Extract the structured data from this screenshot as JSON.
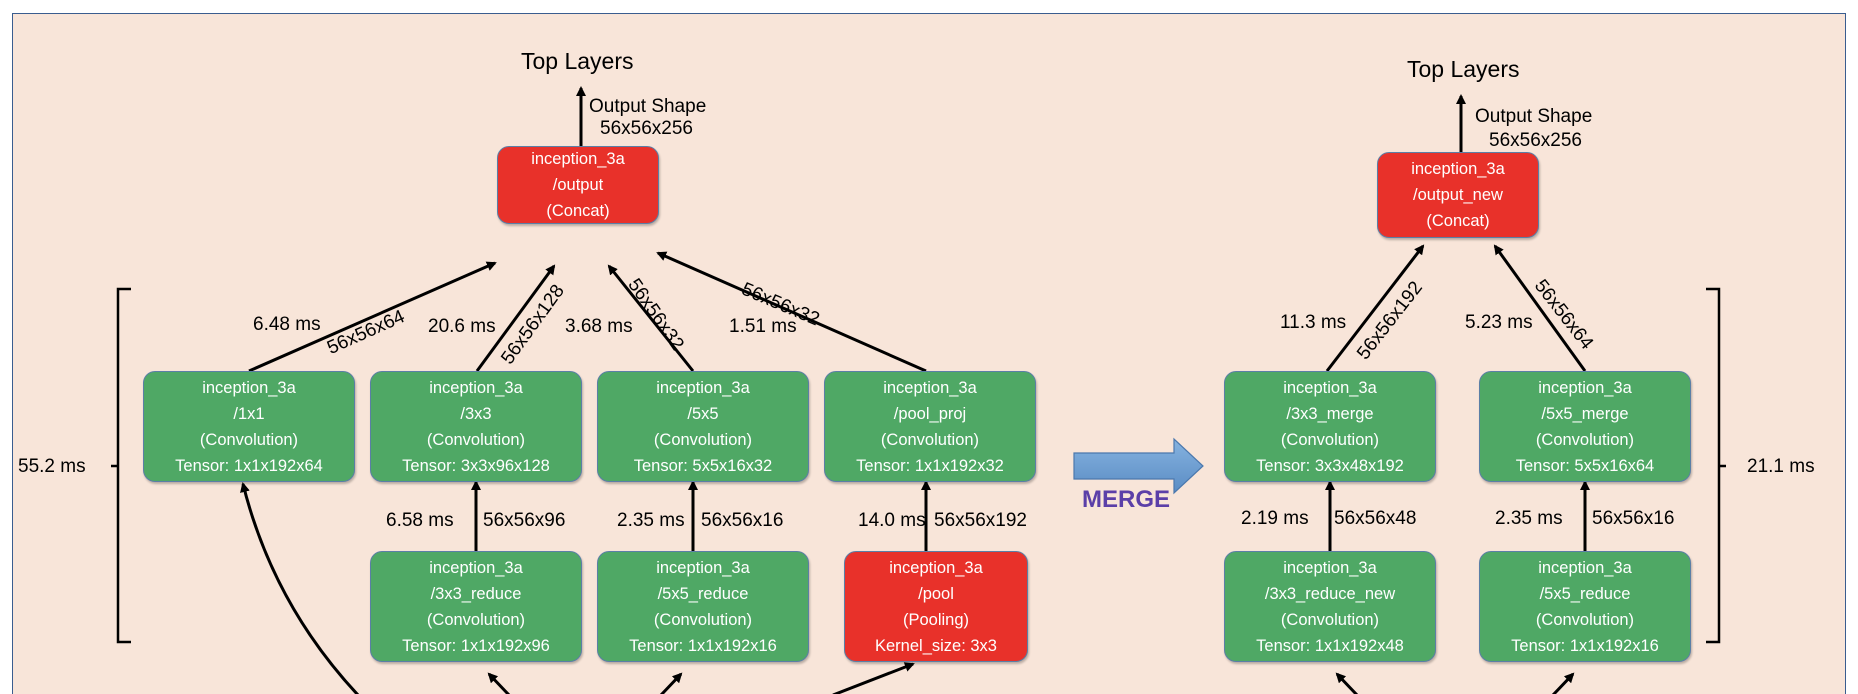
{
  "left": {
    "title": "Top Layers",
    "output_shape_label": "Output Shape",
    "output_shape_value": "56x56x256",
    "output_node": [
      "inception_3a",
      "/output",
      "(Concat)"
    ],
    "top_nodes": [
      [
        "inception_3a",
        "/1x1",
        "(Convolution)",
        "Tensor: 1x1x192x64"
      ],
      [
        "inception_3a",
        "/3x3",
        "(Convolution)",
        "Tensor: 3x3x96x128"
      ],
      [
        "inception_3a",
        "/5x5",
        "(Convolution)",
        "Tensor: 5x5x16x32"
      ],
      [
        "inception_3a",
        "/pool_proj",
        "(Convolution)",
        "Tensor: 1x1x192x32"
      ]
    ],
    "bottom_nodes": [
      [
        "inception_3a",
        "/3x3_reduce",
        "(Convolution)",
        "Tensor: 1x1x192x96"
      ],
      [
        "inception_3a",
        "/5x5_reduce",
        "(Convolution)",
        "Tensor: 1x1x192x16"
      ],
      [
        "inception_3a",
        "/pool",
        "(Pooling)",
        "Kernel_size: 3x3"
      ]
    ],
    "upper_times": [
      "6.48 ms",
      "20.6 ms",
      "3.68 ms",
      "1.51 ms"
    ],
    "upper_shapes": [
      "56x56x64",
      "56x56x128",
      "56x56x32",
      "56x56x32"
    ],
    "lower_times": [
      "6.58 ms",
      "2.35 ms",
      "14.0 ms"
    ],
    "lower_shapes": [
      "56x56x96",
      "56x56x16",
      "56x56x192"
    ],
    "total_time": "55.2 ms"
  },
  "merge_label": "MERGE",
  "right": {
    "title": "Top Layers",
    "output_shape_label": "Output Shape",
    "output_shape_value": "56x56x256",
    "output_node": [
      "inception_3a",
      "/output_new",
      "(Concat)"
    ],
    "top_nodes": [
      [
        "inception_3a",
        "/3x3_merge",
        "(Convolution)",
        "Tensor: 3x3x48x192"
      ],
      [
        "inception_3a",
        "/5x5_merge",
        "(Convolution)",
        "Tensor: 5x5x16x64"
      ]
    ],
    "bottom_nodes": [
      [
        "inception_3a",
        "/3x3_reduce_new",
        "(Convolution)",
        "Tensor: 1x1x192x48"
      ],
      [
        "inception_3a",
        "/5x5_reduce",
        "(Convolution)",
        "Tensor: 1x1x192x16"
      ]
    ],
    "upper_times": [
      "11.3 ms",
      "5.23 ms"
    ],
    "upper_shapes": [
      "56x56x192",
      "56x56x64"
    ],
    "lower_times": [
      "2.19 ms",
      "2.35 ms"
    ],
    "lower_shapes": [
      "56x56x48",
      "56x56x16"
    ],
    "total_time": "21.1 ms"
  },
  "colors": {
    "background": "#f8e5d9",
    "conv_node": "#4fa865",
    "concat_pool_node": "#e8312a",
    "merge_arrow": "#6a9bd1",
    "merge_text": "#5b3fa8"
  }
}
